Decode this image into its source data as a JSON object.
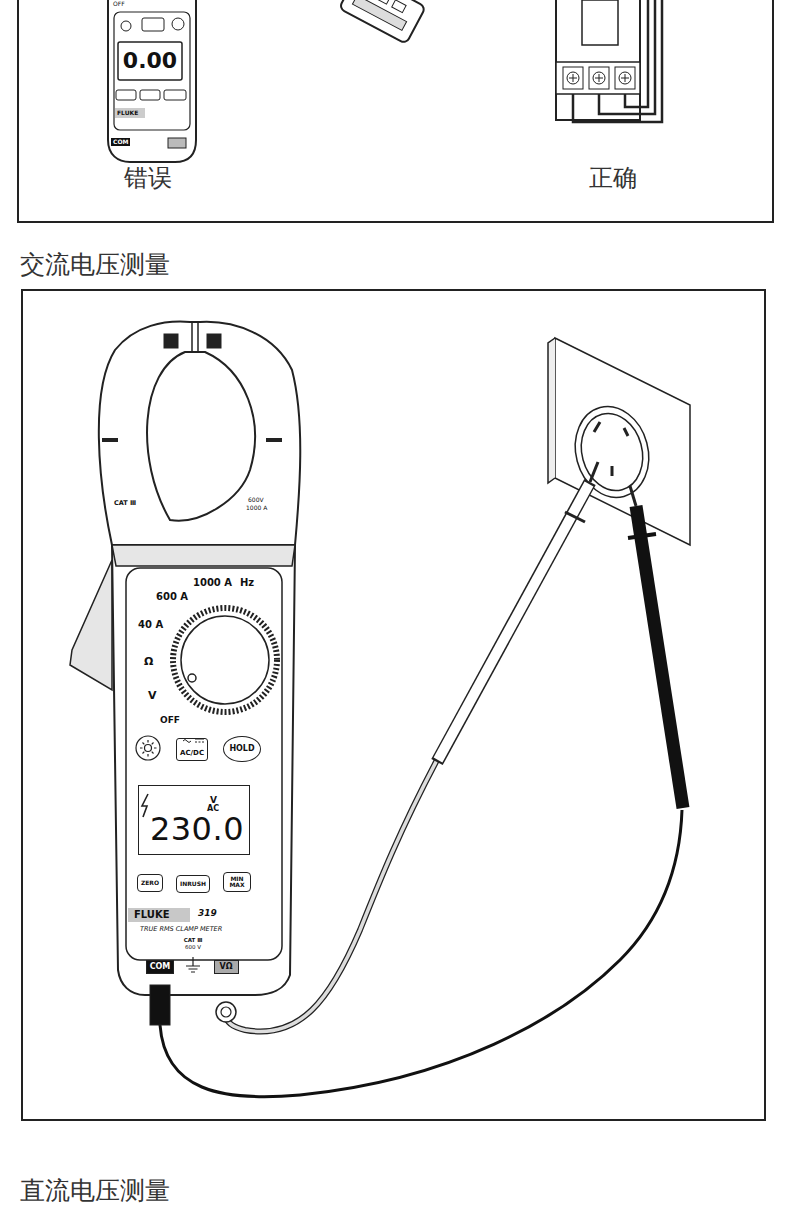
{
  "diagram": {
    "nodes": [
      {
        "text": [
          "AC/DC"
        ]
      },
      {
        "text": [
          "HOLD"
        ]
      },
      {
        "text": [
          "V",
          "AC",
          "230.0"
        ]
      },
      {
        "text": [
          "ZERO"
        ]
      },
      {
        "text": [
          "INRUSH"
        ]
      },
      {
        "text": [
          "MIN MAX"
        ]
      },
      {
        "text": [
          "COM"
        ]
      },
      {
        "text": [
          "VΩ"
        ]
      }
    ],
    "labels": [
      "OFF",
      "0.00",
      "FLUKE",
      "COM",
      "错误",
      "正确",
      "交流电压测量",
      "CAT Ⅲ",
      "600V",
      "1000 A",
      "1000 A",
      "Hz",
      "600 A",
      "40 A",
      "Ω",
      "V",
      "OFF",
      "FLUKE",
      "319",
      "TRUE RMS CLAMP METER",
      "CAT Ⅲ",
      "600 V",
      "直流电压测量"
    ]
  }
}
